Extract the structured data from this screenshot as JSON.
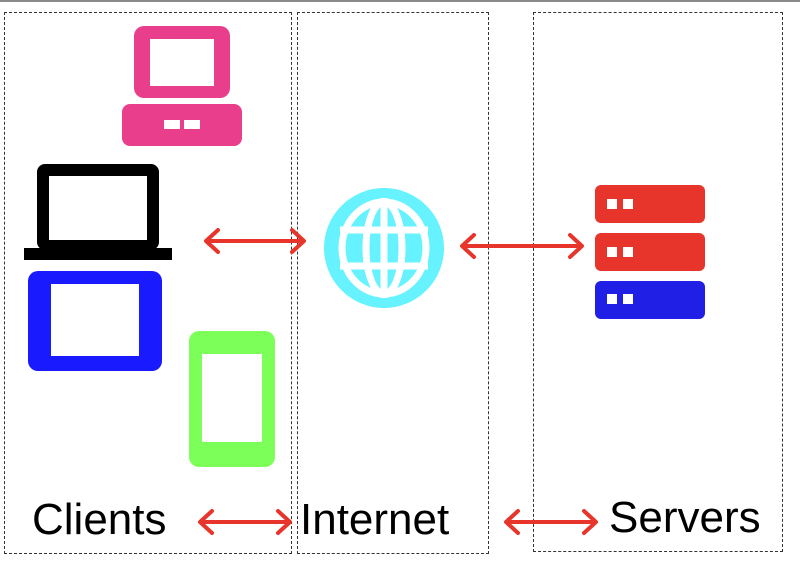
{
  "labels": {
    "clients": "Clients",
    "internet": "Internet",
    "servers": "Servers"
  },
  "icons": {
    "desktop": "desktop-computer-icon",
    "laptop": "laptop-icon",
    "tablet": "tablet-icon",
    "phone": "phone-icon",
    "globe": "globe-icon",
    "server_stack": "server-stack-icon",
    "arrow": "bidirectional-arrow-icon"
  },
  "colors": {
    "desktop": "#e83e8c",
    "laptop": "#000000",
    "tablet": "#1a1aff",
    "phone": "#7dff5a",
    "globe": "#66f2ff",
    "server_red": "#e8352b",
    "server_blue": "#1f1fe6",
    "arrow": "#e8352b",
    "zone_border": "#333333"
  }
}
